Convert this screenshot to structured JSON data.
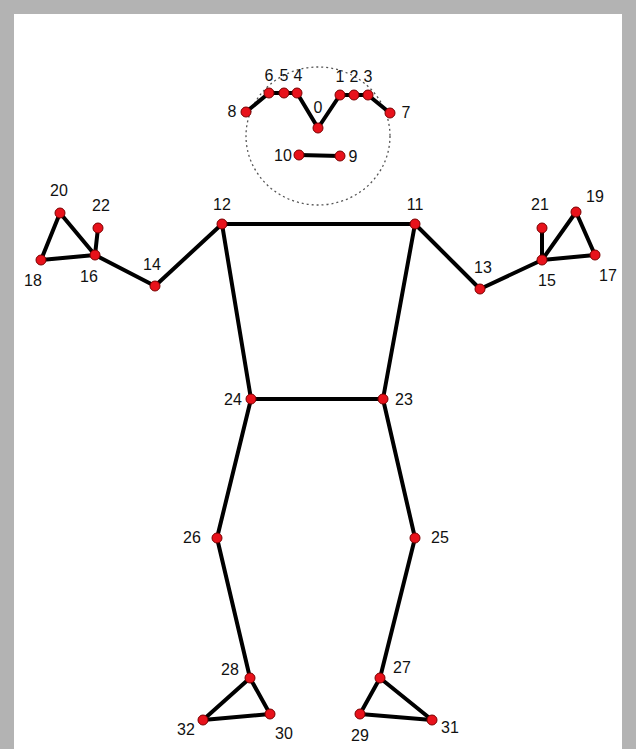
{
  "diagram": {
    "labels": [
      "0",
      "1",
      "2",
      "3",
      "4",
      "5",
      "6",
      "7",
      "8",
      "9",
      "10",
      "11",
      "12",
      "13",
      "14",
      "15",
      "16",
      "17",
      "18",
      "19",
      "20",
      "21",
      "22",
      "23",
      "24",
      "25",
      "26",
      "27",
      "28",
      "29",
      "30",
      "31",
      "32"
    ]
  }
}
